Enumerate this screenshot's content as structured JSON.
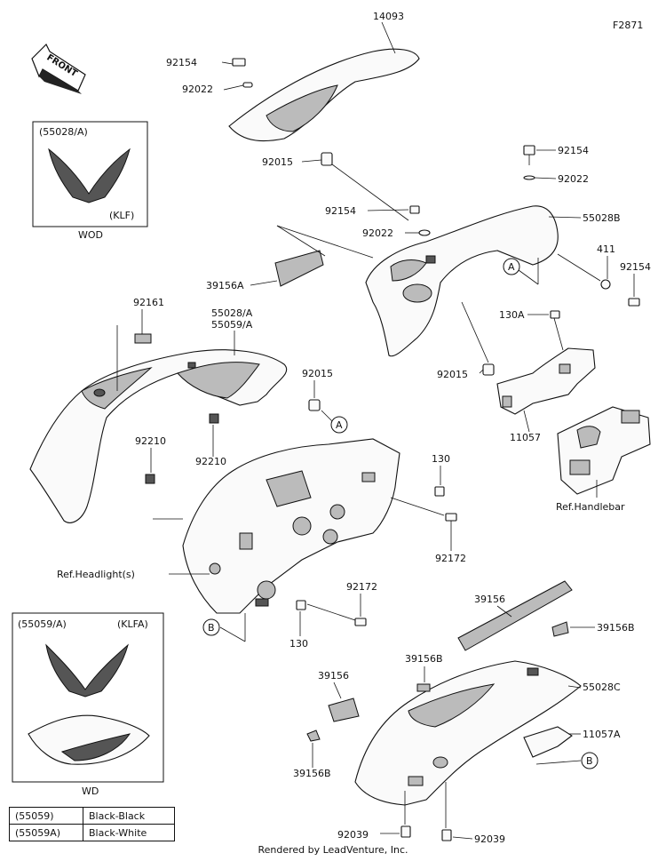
{
  "figure_id": "F2871",
  "front_label": "FRONT",
  "callouts": {
    "p14093": "14093",
    "p92154_top": "92154",
    "p92022_top": "92022",
    "p92015_top": "92015",
    "p92154_r1": "92154",
    "p92022_r1": "92022",
    "p92154_mid": "92154",
    "p92022_mid": "92022",
    "p55028B": "55028B",
    "p411": "411",
    "p92154_r2": "92154",
    "p39156A": "39156A",
    "p92161": "92161",
    "p55028A": "55028/A",
    "p55059A": "55059/A",
    "p92015_mid": "92015",
    "p92015_right": "92015",
    "p130A": "130A",
    "p11057": "11057",
    "p92210_a": "92210",
    "p92210_b": "92210",
    "p130_a": "130",
    "p92172_a": "92172",
    "ref_handlebar": "Ref.Handlebar",
    "ref_headlight": "Ref.Headlight(s)",
    "p92172_b": "92172",
    "p130_b": "130",
    "p39156": "39156",
    "p39156B_r": "39156B",
    "p39156_l": "39156",
    "p39156B_m": "39156B",
    "p55028C": "55028C",
    "p39156B_l": "39156B",
    "p11057A": "11057A",
    "p92039_l": "92039",
    "p92039_r": "92039"
  },
  "markers": {
    "A1": "A",
    "A2": "A",
    "B1": "B",
    "B2": "B"
  },
  "inset_wod": {
    "code": "(55028/A)",
    "variant": "(KLF)",
    "caption": "WOD"
  },
  "inset_wd": {
    "code": "(55059/A)",
    "variant": "(KLFA)",
    "caption": "WD"
  },
  "color_table": [
    {
      "code": "(55059)",
      "color": "Black-Black"
    },
    {
      "code": "(55059A)",
      "color": "Black-White"
    }
  ],
  "footer": "Rendered by LeadVenture, Inc."
}
